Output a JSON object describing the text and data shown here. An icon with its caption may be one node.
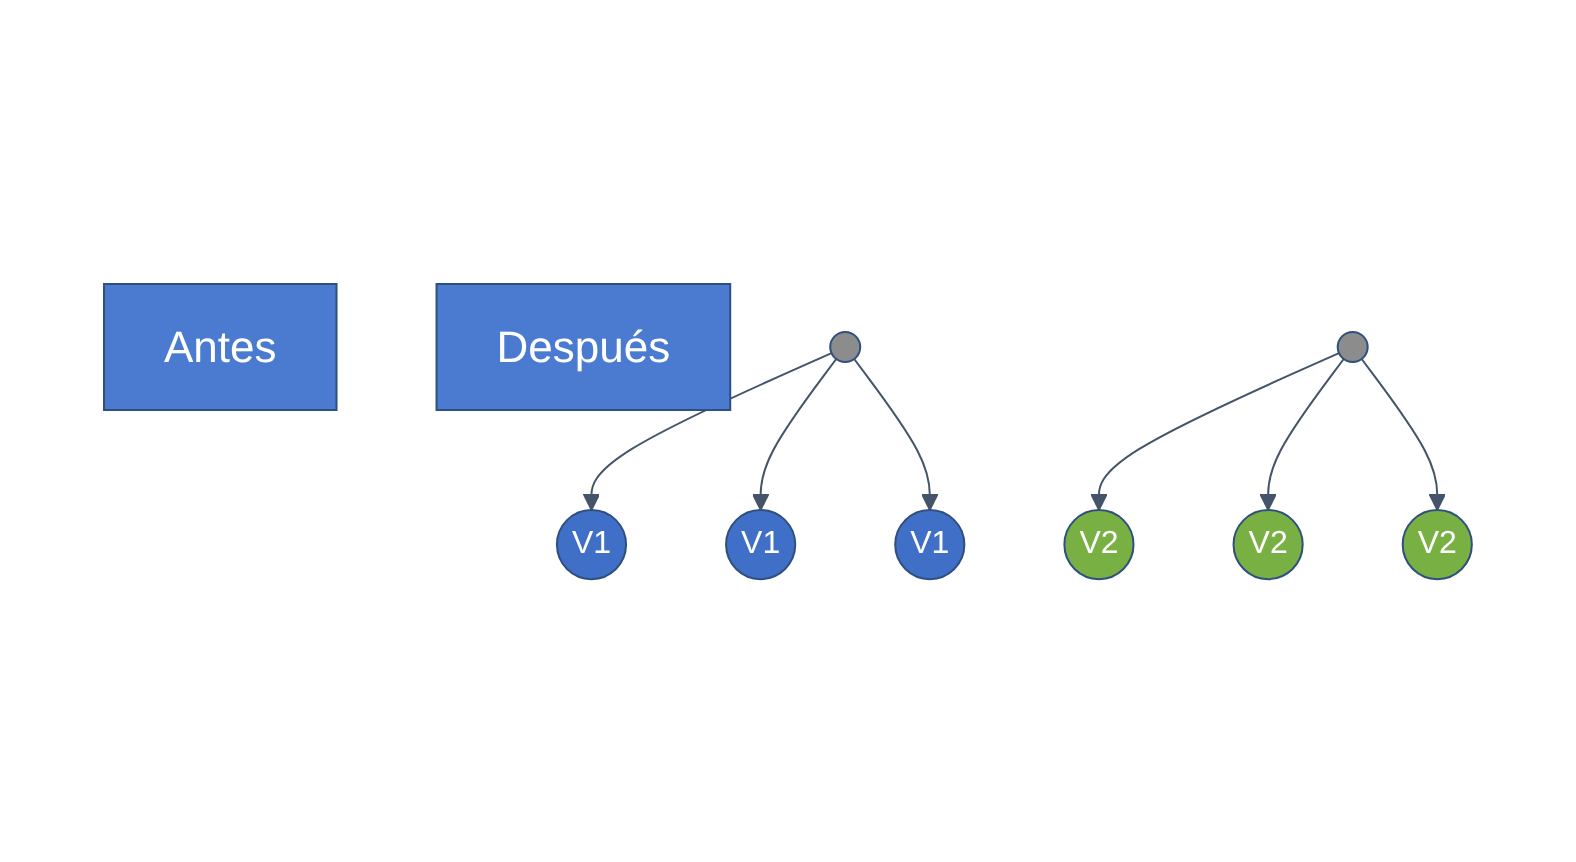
{
  "diagram": {
    "nodes": [
      {
        "text": [
          "Antes"
        ]
      },
      {
        "text": [
          "Después"
        ]
      },
      {
        "text": [],
        "shape": "circle"
      },
      {
        "text": [
          "V1"
        ]
      },
      {
        "text": [
          "V1"
        ]
      },
      {
        "text": [
          "V1"
        ]
      },
      {
        "text": [],
        "shape": "circle"
      },
      {
        "text": [
          "V2"
        ]
      },
      {
        "text": [
          "V2"
        ]
      },
      {
        "text": [
          "V2"
        ]
      }
    ],
    "edges": [
      {
        "from": 2,
        "to": 3,
        "arrow": "to"
      },
      {
        "from": 2,
        "to": 4,
        "arrow": "to"
      },
      {
        "from": 2,
        "to": 5,
        "arrow": "to"
      },
      {
        "from": 6,
        "to": 7,
        "arrow": "to"
      },
      {
        "from": 6,
        "to": 8,
        "arrow": "to"
      },
      {
        "from": 6,
        "to": 9,
        "arrow": "to"
      }
    ]
  }
}
